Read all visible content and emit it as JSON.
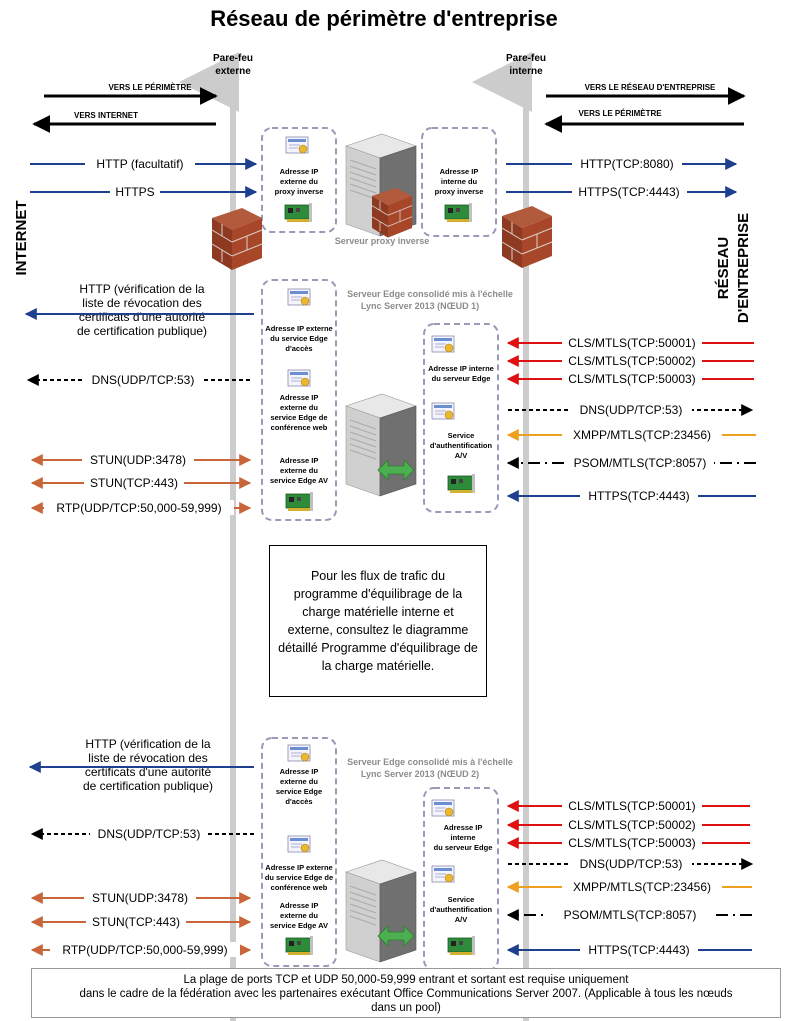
{
  "title": "Réseau de périmètre d'entreprise",
  "firewalls": {
    "external": [
      "Pare-feu",
      "externe"
    ],
    "internal": [
      "Pare-feu",
      "interne"
    ]
  },
  "directions": {
    "to_perimeter_left": "VERS LE PÉRIMÈTRE",
    "to_internet": "VERS INTERNET",
    "to_corporate": "VERS LE RÉSEAU D'ENTREPRISE",
    "to_perimeter_right": "VERS LE PÉRIMÈTRE"
  },
  "side_labels": {
    "internet": "INTERNET",
    "corporate": [
      "RÉSEAU",
      "D'ENTREPRISE"
    ]
  },
  "proxy": {
    "left_flows": [
      "HTTP (facultatif)",
      "HTTPS"
    ],
    "right_flows": [
      "HTTP(TCP:8080)",
      "HTTPS(TCP:4443)"
    ],
    "external_ip": [
      "Adresse IP",
      "externe du",
      "proxy inverse"
    ],
    "internal_ip": [
      "Adresse IP",
      "interne du",
      "proxy inverse"
    ],
    "server_label": "Serveur proxy inverse"
  },
  "node1": {
    "title": [
      "Serveur Edge consolidé mis à l'échelle",
      "Lync Server 2013 (NŒUD 1)"
    ],
    "http_crl": [
      "HTTP (vérification de la",
      "liste de révocation des",
      "certificats d'une autorité",
      "de certification publique)"
    ],
    "access_ip": [
      "Adresse IP externe",
      "du service Edge",
      "d'accès"
    ],
    "webconf_ip": [
      "Adresse IP",
      "externe du",
      "service Edge de",
      "conférence web"
    ],
    "av_ip": [
      "Adresse IP",
      "externe du",
      "service Edge AV"
    ],
    "internal_ip": [
      "Adresse IP interne",
      "du serveur Edge"
    ],
    "auth": [
      "Service",
      "d'authentification",
      "A/V"
    ],
    "left_flows": [
      "DNS(UDP/TCP:53)",
      "STUN(UDP:3478)",
      "STUN(TCP:443)",
      "RTP(UDP/TCP:50,000-59,999)"
    ],
    "right_flows": [
      "CLS/MTLS(TCP:50001)",
      "CLS/MTLS(TCP:50002)",
      "CLS/MTLS(TCP:50003)",
      "DNS(UDP/TCP:53)",
      "XMPP/MTLS(TCP:23456)",
      "PSOM/MTLS(TCP:8057)",
      "HTTPS(TCP:4443)"
    ]
  },
  "note": "Pour les flux de trafic du programme d'équilibrage de la charge matérielle interne et externe, consultez le diagramme détaillé Programme d'équilibrage de la charge matérielle.",
  "node2": {
    "title": [
      "Serveur Edge consolidé mis à l'échelle",
      "Lync Server 2013 (NŒUD 2)"
    ],
    "http_crl": [
      "HTTP (vérification de la",
      "liste de révocation des",
      "certificats d'une autorité",
      "de certification publique)"
    ],
    "access_ip": [
      "Adresse IP",
      "externe du",
      "service Edge",
      "d'accès"
    ],
    "webconf_ip": [
      "Adresse IP externe",
      "du service Edge de",
      "conférence web"
    ],
    "av_ip": [
      "Adresse IP",
      "externe du",
      "service Edge AV"
    ],
    "internal_ip": [
      "Adresse IP",
      "interne",
      "du serveur Edge"
    ],
    "auth": [
      "Service",
      "d'authentification",
      "A/V"
    ],
    "left_flows": [
      "DNS(UDP/TCP:53)",
      "STUN(UDP:3478)",
      "STUN(TCP:443)",
      "RTP(UDP/TCP:50,000-59,999)"
    ],
    "right_flows": [
      "CLS/MTLS(TCP:50001)",
      "CLS/MTLS(TCP:50002)",
      "CLS/MTLS(TCP:50003)",
      "DNS(UDP/TCP:53)",
      "XMPP/MTLS(TCP:23456)",
      "PSOM/MTLS(TCP:8057)",
      "HTTPS(TCP:4443)"
    ]
  },
  "footer": [
    "La plage de ports TCP et UDP 50,000-59,999 entrant et sortant est requise uniquement",
    "dans le cadre de la fédération avec les partenaires exécutant Office Communications Server 2007.  (Applicable à tous les nœuds",
    "dans un pool)"
  ],
  "colors": {
    "blue": "#1f3f8f",
    "red": "#e01010",
    "orange": "#c8663a",
    "amber": "#f0a020",
    "black": "#000000",
    "firewall_line": "#cccccc",
    "dashed_box": "#9a9ab8"
  }
}
